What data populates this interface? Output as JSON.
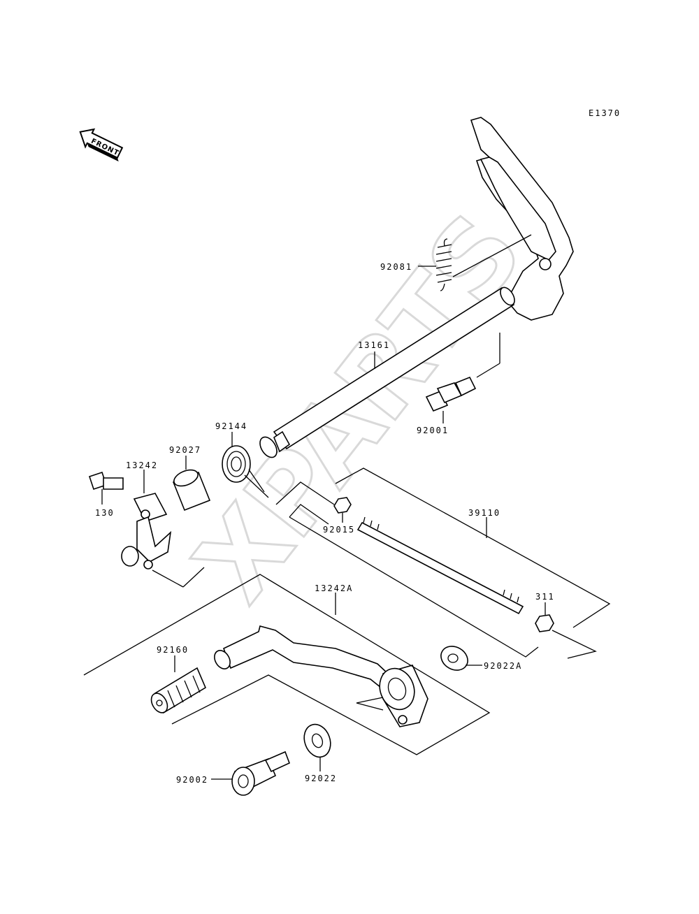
{
  "diagram_code": "E1370",
  "front_label": "FRONT",
  "watermark": "XPARTS",
  "labels": {
    "p92081": "92081",
    "p13161": "13161",
    "p92001": "92001",
    "p92144": "92144",
    "p92027": "92027",
    "p13242": "13242",
    "p130": "130",
    "p92015": "92015",
    "p39110": "39110",
    "p13242A": "13242A",
    "p311": "311",
    "p92160": "92160",
    "p92022A": "92022A",
    "p92002": "92002",
    "p92022": "92022"
  }
}
